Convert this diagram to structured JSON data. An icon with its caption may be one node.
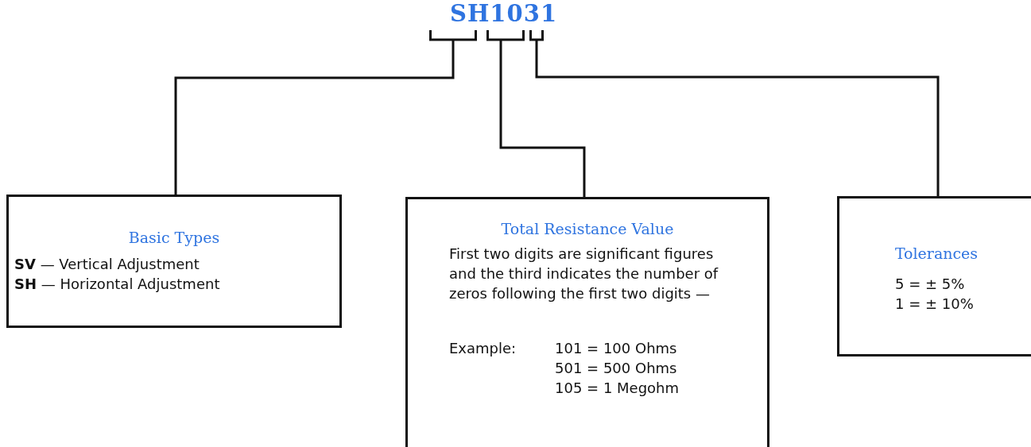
{
  "diagram": {
    "title": "SH1031",
    "nodes": [
      {
        "text": [],
        "shape": "bracket"
      },
      {
        "text": [],
        "shape": "bracket"
      },
      {
        "text": [],
        "shape": "bracket"
      },
      {
        "text": [
          "Basic Types",
          "**SV** — Vertical Adjustment",
          "**SH** — Horizontal Adjustment"
        ]
      },
      {
        "text": [
          "Total Resistance Value",
          "First two digits are significant figures and the third indicates the number of zeros following the first two digits —",
          "Example:",
          "101 = 100 Ohms",
          "501 = 500 Ohms",
          "105 = 1 Megohm"
        ]
      },
      {
        "text": [
          "Tolerances",
          "5 = ± 5%",
          "1 = ± 10%"
        ]
      }
    ],
    "edges": [
      {
        "from": 0,
        "to": 3,
        "arrow": "none"
      },
      {
        "from": 1,
        "to": 4,
        "arrow": "none"
      },
      {
        "from": 2,
        "to": 5,
        "arrow": "none"
      }
    ]
  }
}
